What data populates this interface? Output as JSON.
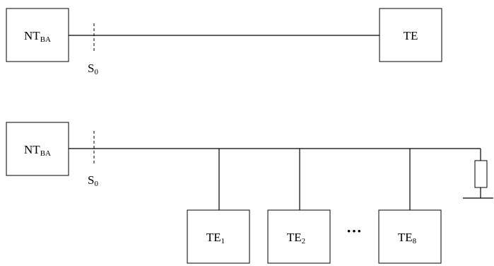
{
  "diagrams": [
    {
      "id": "point-to-point",
      "nt_label": {
        "main": "NT",
        "sub": "BA"
      },
      "interface_label": {
        "main": "S",
        "sub": "0"
      },
      "te_label": {
        "main": "TE",
        "sub": ""
      }
    },
    {
      "id": "point-to-multipoint",
      "nt_label": {
        "main": "NT",
        "sub": "BA"
      },
      "interface_label": {
        "main": "S",
        "sub": "0"
      },
      "terminals": [
        {
          "main": "TE",
          "sub": "1"
        },
        {
          "main": "TE",
          "sub": "2"
        },
        {
          "main": "TE",
          "sub": "8"
        }
      ],
      "ellipsis": "···"
    }
  ]
}
